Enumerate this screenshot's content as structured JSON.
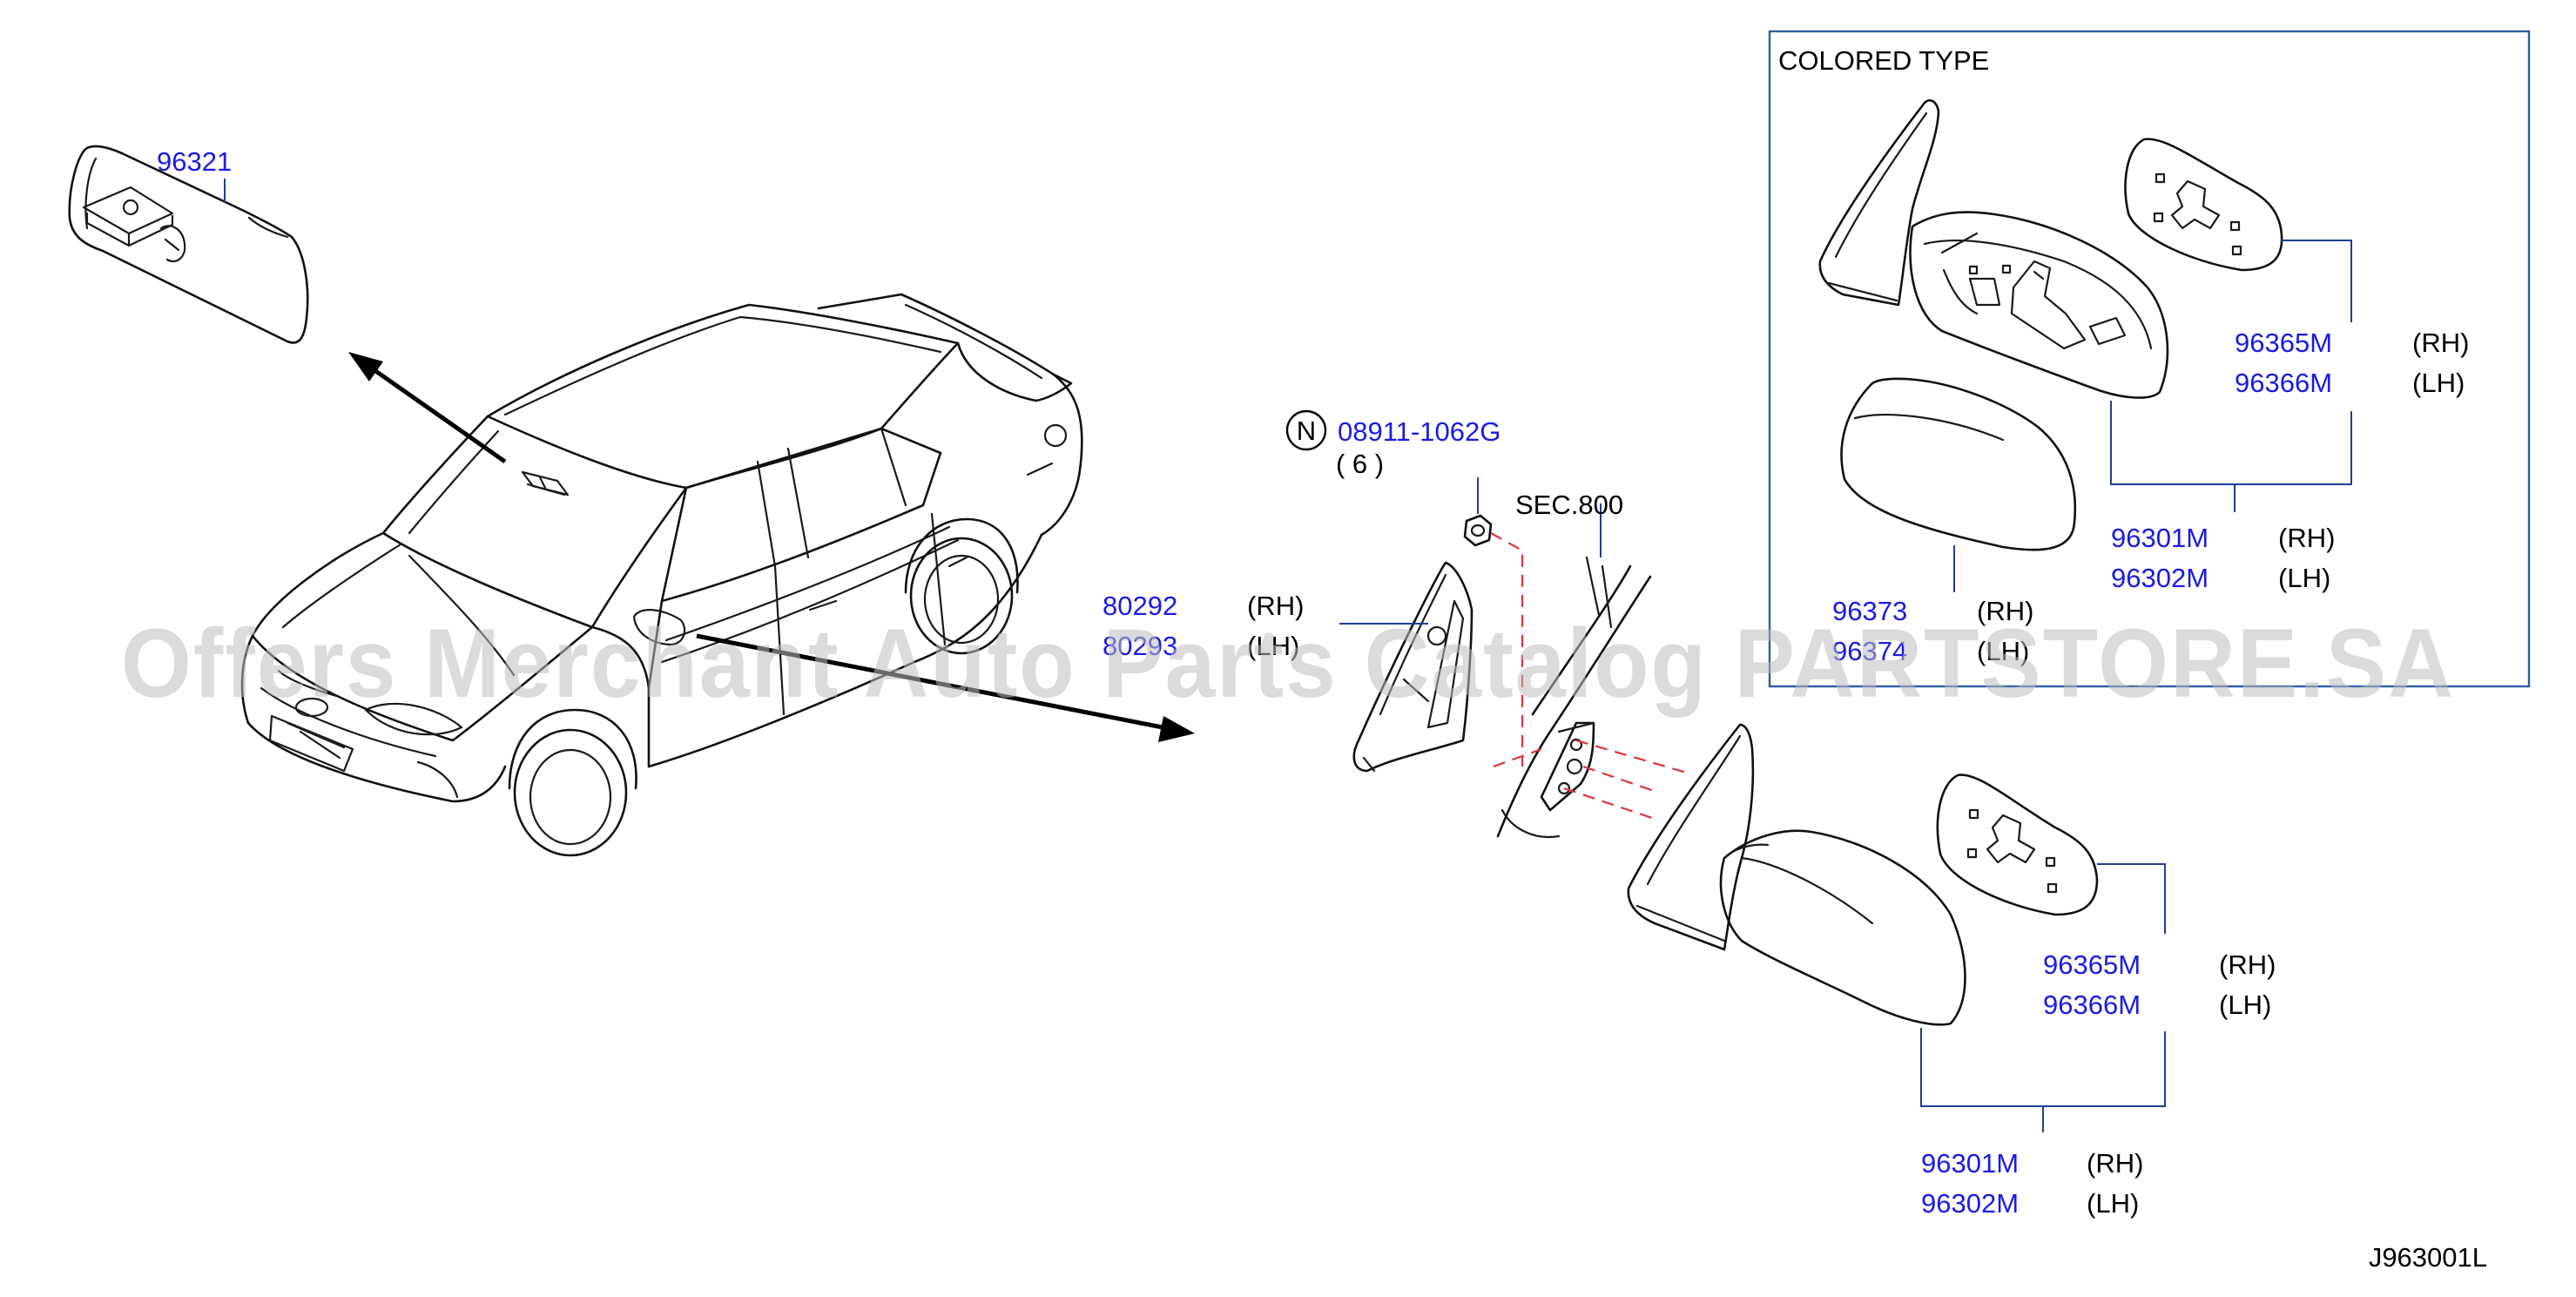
{
  "watermark": "Offers Merchant Auto Parts Catalog PARTSTORE.SA",
  "diagram_code": "J963001L",
  "colored_type_title": "COLORED  TYPE",
  "parts": {
    "inside_mirror": {
      "number": "96321"
    },
    "nut": {
      "symbol": "N",
      "number": "08911-1062G",
      "qty": "( 6 )"
    },
    "section_ref": "SEC.800",
    "finisher": {
      "rh_number": "80292",
      "rh_side": "(RH)",
      "lh_number": "80293",
      "lh_side": "(LH)"
    },
    "cover": {
      "rh_number": "96373",
      "rh_side": "(RH)",
      "lh_number": "96374",
      "lh_side": "(LH)"
    },
    "colored_glass": {
      "rh_number": "96365M",
      "rh_side": "(RH)",
      "lh_number": "96366M",
      "lh_side": "(LH)"
    },
    "colored_mirror": {
      "rh_number": "96301M",
      "rh_side": "(RH)",
      "lh_number": "96302M",
      "lh_side": "(LH)"
    },
    "std_glass": {
      "rh_number": "96365M",
      "rh_side": "(RH)",
      "lh_number": "96366M",
      "lh_side": "(LH)"
    },
    "std_mirror": {
      "rh_number": "96301M",
      "rh_side": "(RH)",
      "lh_number": "96302M",
      "lh_side": "(LH)"
    }
  }
}
